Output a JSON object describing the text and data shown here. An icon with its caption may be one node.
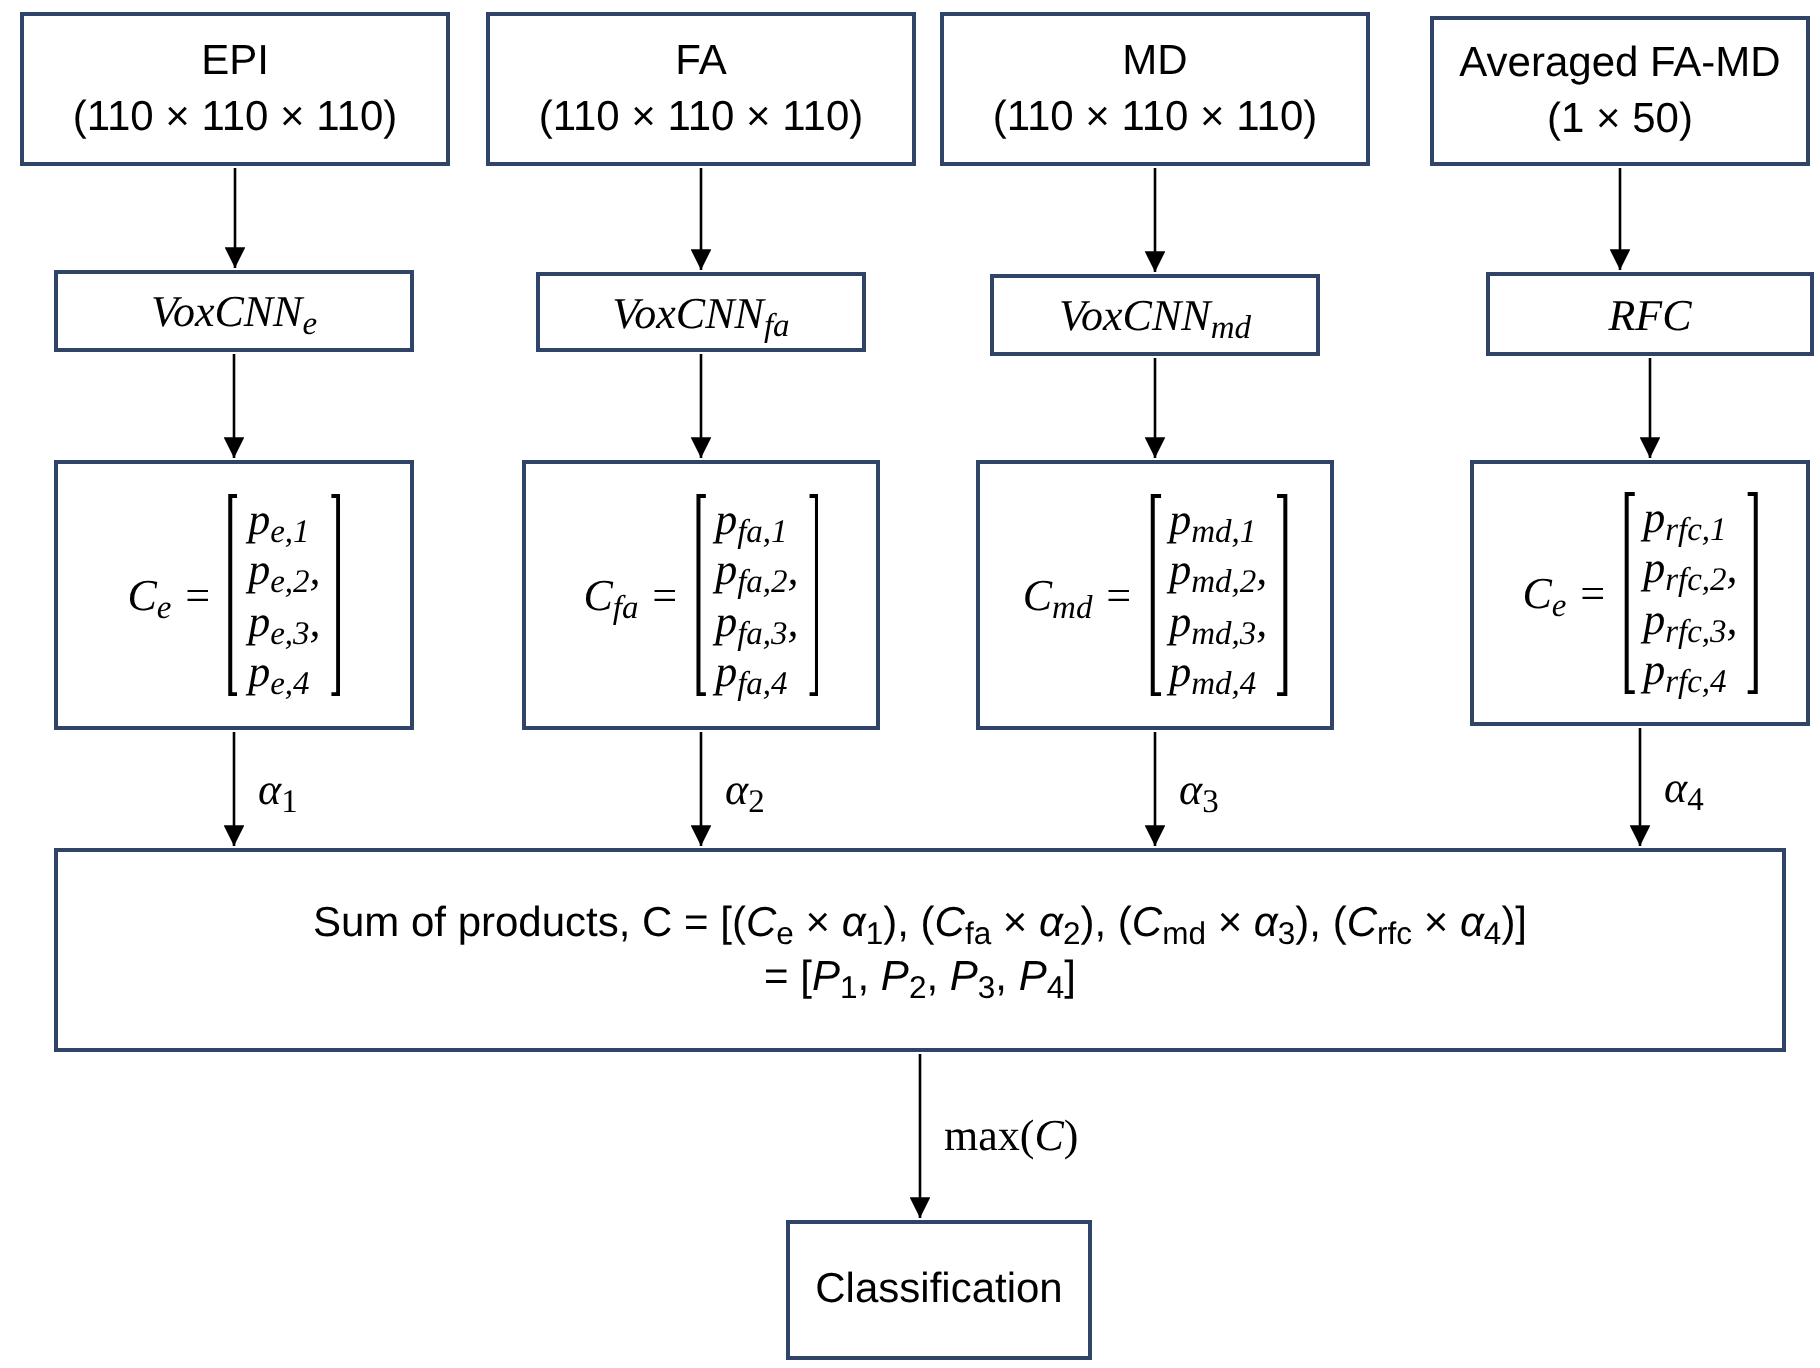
{
  "diagram": {
    "nodes": [
      {
        "text": [
          "EPI",
          "(110 × 110 × 110)"
        ]
      },
      {
        "text": [
          "FA",
          "(110 × 110 × 110)"
        ]
      },
      {
        "text": [
          "MD",
          "(110 × 110 × 110)"
        ]
      },
      {
        "text": [
          "Averaged FA-MD",
          "(1 × 50)"
        ]
      },
      {
        "text": [
          "VoxCNN$_{e}$"
        ]
      },
      {
        "text": [
          "VoxCNN$_{fa}$"
        ]
      },
      {
        "text": [
          "VoxCNN$_{md}$"
        ]
      },
      {
        "text": [
          "RFC"
        ]
      },
      {
        "text": [
          "C$_{e}$ =",
          "p$_{e,1}$",
          "p$_{e,2}$,",
          "p$_{e,3}$,",
          "p$_{e,4}$"
        ]
      },
      {
        "text": [
          "C$_{fa}$ =",
          "p$_{fa,1}$",
          "p$_{fa,2}$,",
          "p$_{fa,3}$,",
          "p$_{fa,4}$"
        ]
      },
      {
        "text": [
          "C$_{md}$ =",
          "p$_{md,1}$",
          "p$_{md,2}$,",
          "p$_{md,3}$,",
          "p$_{md,4}$"
        ]
      },
      {
        "text": [
          "C$_{e}$ =",
          "p$_{rfc,1}$",
          "p$_{rfc,2}$,",
          "p$_{rfc,3}$,",
          "p$_{rfc,4}$"
        ]
      },
      {
        "text": [
          "Sum of products, C = [(*C*$_{e}$ × *α*$_{1}$), (*C*$_{fa}$ × *α*$_{2}$), (*C*$_{md}$ × *α*$_{3}$), (*C*$_{rfc}$ × *α*$_{4}$)]",
          "= [*P*$_{1}$, *P*$_{2}$, *P*$_{3}$, *P*$_{4}$]"
        ]
      },
      {
        "text": [
          "Classification"
        ]
      }
    ],
    "edges": [
      {
        "from": 0,
        "to": 4,
        "arrow": "to"
      },
      {
        "from": 1,
        "to": 5,
        "arrow": "to"
      },
      {
        "from": 2,
        "to": 6,
        "arrow": "to"
      },
      {
        "from": 3,
        "to": 7,
        "arrow": "to"
      },
      {
        "from": 4,
        "to": 8,
        "arrow": "to"
      },
      {
        "from": 5,
        "to": 9,
        "arrow": "to"
      },
      {
        "from": 6,
        "to": 10,
        "arrow": "to"
      },
      {
        "from": 7,
        "to": 11,
        "arrow": "to"
      },
      {
        "from": 8,
        "to": 12,
        "arrow": "to",
        "label": "*α*$_{1}$"
      },
      {
        "from": 9,
        "to": 12,
        "arrow": "to",
        "label": "*α*$_{2}$"
      },
      {
        "from": 10,
        "to": 12,
        "arrow": "to",
        "label": "*α*$_{3}$"
      },
      {
        "from": 11,
        "to": 12,
        "arrow": "to",
        "label": "*α*$_{4}$"
      },
      {
        "from": 12,
        "to": 13,
        "arrow": "to",
        "label": "max(*C*)"
      }
    ]
  }
}
